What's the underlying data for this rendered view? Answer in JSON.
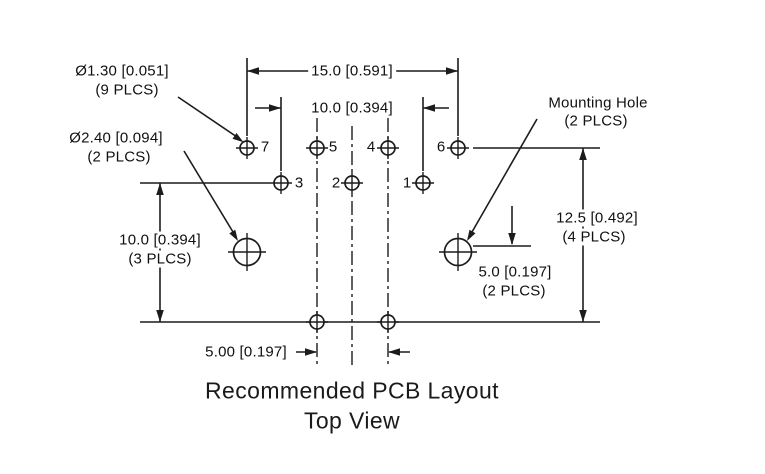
{
  "colors": {
    "line": "#1c1c1c",
    "background": "#ffffff",
    "text": "#111111"
  },
  "title": {
    "line1": "Recommended PCB Layout",
    "line2": "Top View"
  },
  "pins": [
    "7",
    "5",
    "4",
    "6",
    "3",
    "2",
    "1"
  ],
  "annotations": {
    "dia_small": {
      "line1": "Ø1.30 [0.051]",
      "line2": "(9 PLCS)"
    },
    "dia_large": {
      "line1": "Ø2.40 [0.094]",
      "line2": "(2 PLCS)"
    },
    "mounting": {
      "line1": "Mounting Hole",
      "line2": "(2 PLCS)"
    },
    "dim_top_outer": "15.0 [0.591]",
    "dim_top_inner": "10.0 [0.394]",
    "dim_left": {
      "line1": "10.0 [0.394]",
      "line2": "(3 PLCS)"
    },
    "dim_right": {
      "line1": "12.5 [0.492]",
      "line2": "(4 PLCS)"
    },
    "dim_mount": {
      "line1": "5.0 [0.197]",
      "line2": "(2 PLCS)"
    },
    "dim_bottom": "5.00 [0.197]"
  }
}
